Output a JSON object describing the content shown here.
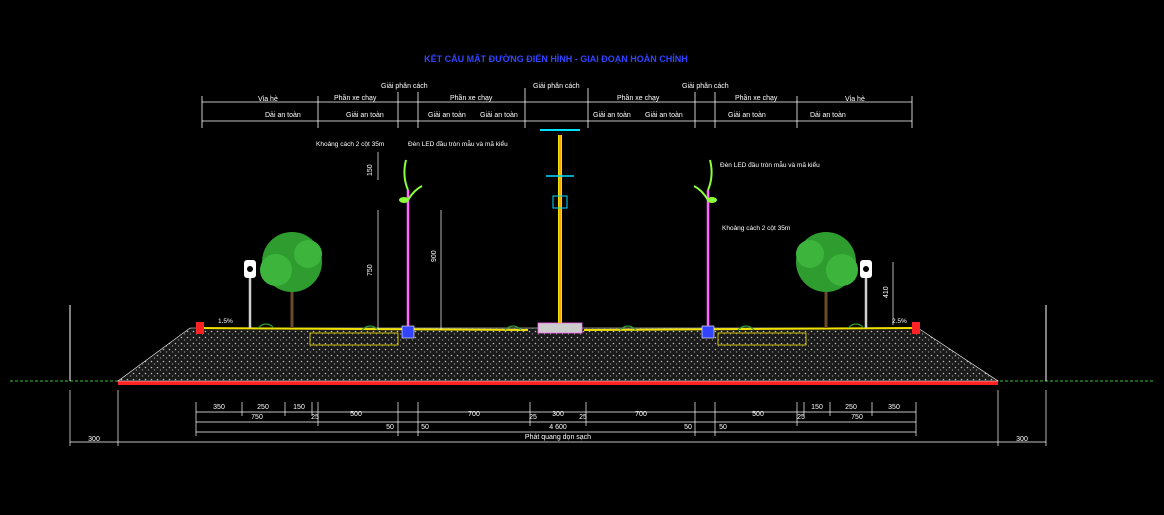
{
  "title": "KẾT CẤU MẶT ĐƯỜNG ĐIỂN HÌNH - GIAI ĐOẠN HOÀN CHỈNH",
  "header_zones": {
    "left": [
      {
        "label": "Vỉa hè",
        "sub": "Dải an toàn"
      },
      {
        "label": "Phần xe chạy",
        "sub": "Giải an toàn"
      },
      {
        "label": "Giải phân cách",
        "sub": ""
      },
      {
        "label": "Phần xe chạy",
        "sub": "Giải an toàn"
      },
      {
        "label": "",
        "sub": "Giải an toàn"
      }
    ],
    "center": {
      "label": "Giải phân cách"
    },
    "right": [
      {
        "label": "",
        "sub": "Giải an toàn"
      },
      {
        "label": "Phần xe chạy",
        "sub": "Giải an toàn"
      },
      {
        "label": "Giải phân cách",
        "sub": ""
      },
      {
        "label": "Phần xe chạy",
        "sub": "Giải an toàn"
      },
      {
        "label": "Vỉa hè",
        "sub": "Dải an toàn"
      }
    ]
  },
  "annotations": {
    "spacing_left": "Khoảng cách 2 cột 35m",
    "spacing_right": "Khoảng cách 2 cột 35m",
    "led_left": "Đèn LED đầu tròn mẫu và mã kiểu",
    "led_right": "Đèn LED đầu tròn mẫu và mã kiểu",
    "dim_150": "150",
    "dim_750": "750",
    "dim_900": "900",
    "dim_410": "410",
    "slope_left": "1.5%",
    "slope_right": "2.5%"
  },
  "dimensions": {
    "row1_left": [
      "350",
      "250",
      "150"
    ],
    "row1_center": [
      "500",
      "700",
      "300",
      "700",
      "500"
    ],
    "row1_right": [
      "150",
      "250",
      "350"
    ],
    "row2": [
      "750",
      "25",
      "25",
      "25",
      "25",
      "750"
    ],
    "row3": [
      "50",
      "50",
      "50",
      "50"
    ],
    "total": "4 600",
    "edge_left": "300",
    "edge_right": "300",
    "bottom_label": "Phát quang dọn sạch"
  },
  "colors": {
    "title": "#3344ff",
    "white": "#ffffff",
    "blue_label": "#2233ff",
    "yellow": "#f0e000",
    "red": "#ff2222",
    "green_tree": "#2e9c2e",
    "pole": "#d0d0d0"
  }
}
